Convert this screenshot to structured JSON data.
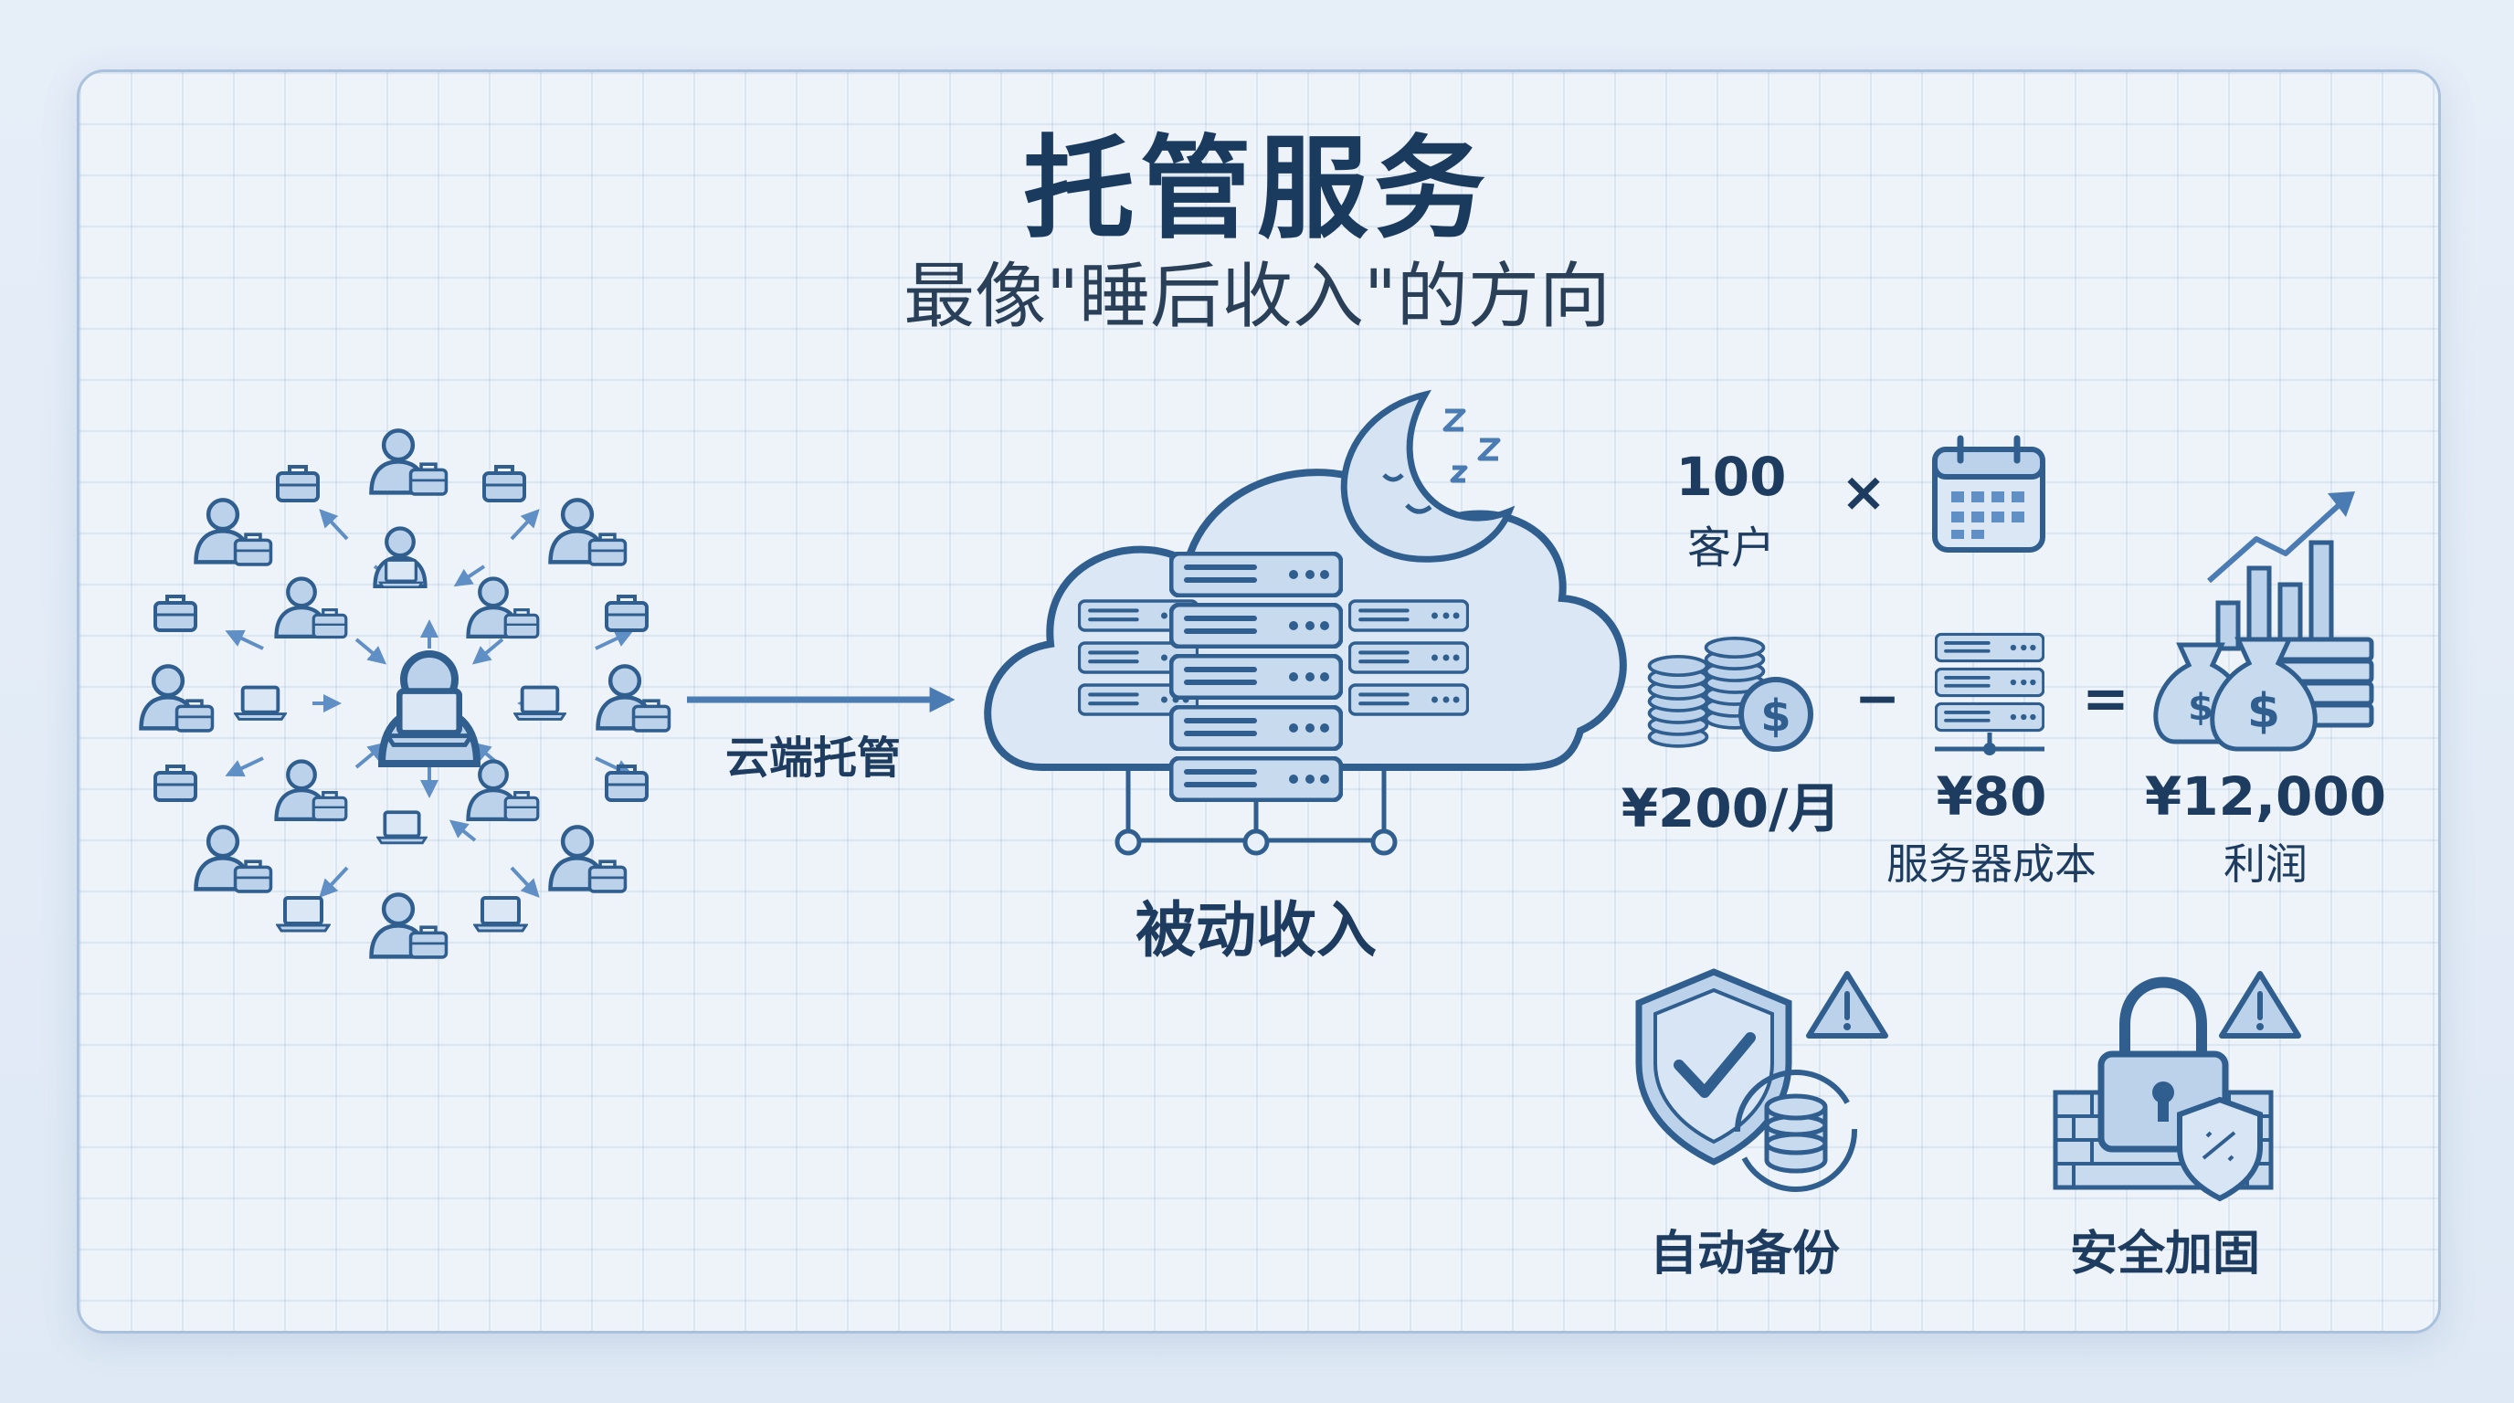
{
  "header": {
    "title": "托管服务",
    "subtitle": "最像\"睡后收入\"的方向"
  },
  "flow": {
    "arrow_label": "云端托管",
    "cloud_label": "被动收入"
  },
  "calculation": {
    "customers_value": "100",
    "customers_label": "客户",
    "multiply_sign": "×",
    "price_value": "¥200/月",
    "minus_sign": "−",
    "cost_value": "¥80",
    "cost_label": "服务器成本",
    "equals_sign": "=",
    "profit_value": "¥12,000",
    "profit_label": "利润"
  },
  "features": [
    {
      "label": "自动备份"
    },
    {
      "label": "安全加固"
    }
  ],
  "colors": {
    "primary": "#2f5e8f",
    "light_fill": "#bcd2ea",
    "accent": "#5f8fc4",
    "background": "#eef3fa"
  }
}
